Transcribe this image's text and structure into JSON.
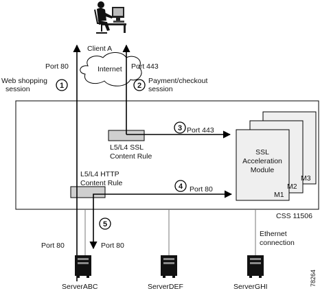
{
  "client": {
    "label": "Client A"
  },
  "cloud": {
    "label": "Internet"
  },
  "labels": {
    "port80_top": "Port 80",
    "port443_top": "Port 443",
    "web_shopping_line1": "Web shopping",
    "web_shopping_line2": "session",
    "payment_line1": "Payment/checkout",
    "payment_line2": "session",
    "ssl_rule_line1": "L5/L4 SSL",
    "ssl_rule_line2": "Content Rule",
    "http_rule_line1": "L5/L4 HTTP",
    "http_rule_line2": "Content Rule",
    "port443_mid": "Port 443",
    "port80_mid": "Port 80",
    "port80_left": "Port 80",
    "port80_right": "Port 80",
    "css_label": "CSS 11506",
    "ethernet_line1": "Ethernet",
    "ethernet_line2": "connection",
    "figure_id": "78264"
  },
  "module": {
    "line1": "SSL",
    "line2": "Acceleration",
    "line3": "Module",
    "m1": "M1",
    "m2": "M2",
    "m3": "M3"
  },
  "steps": [
    "1",
    "2",
    "3",
    "4",
    "5"
  ],
  "servers": [
    {
      "label": "ServerABC"
    },
    {
      "label": "ServerDEF"
    },
    {
      "label": "ServerGHI"
    }
  ]
}
